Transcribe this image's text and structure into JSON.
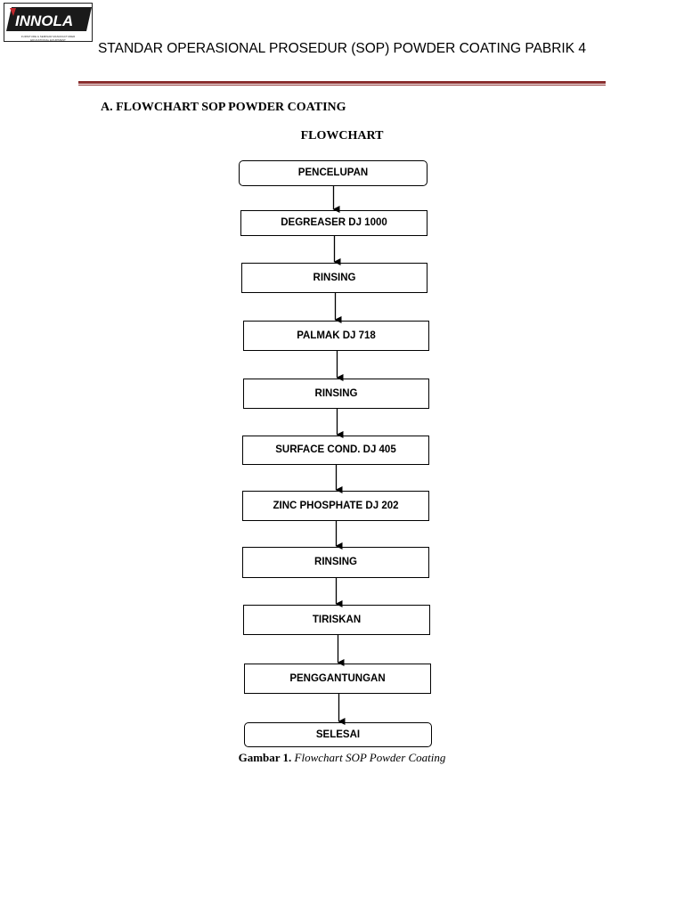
{
  "logo": {
    "brand": "INNOLA",
    "tagline_1": "FURNITURE & SEMINAR MANUFACTURER",
    "tagline_2": "EDUCATIONAL EQUIPMENT"
  },
  "document_title": "STANDAR OPERASIONAL PROSEDUR (SOP) POWDER COATING PABRIK 4",
  "section_heading": "A.   FLOWCHART SOP POWDER COATING",
  "chart_heading": "FLOWCHART",
  "flowchart": {
    "steps": [
      "PENCELUPAN",
      "DEGREASER DJ 1000",
      "RINSING",
      "PALMAK DJ 718",
      "RINSING",
      "SURFACE COND. DJ 405",
      "ZINC PHOSPHATE DJ 202",
      "RINSING",
      "TIRISKAN",
      "PENGGANTUNGAN",
      "SELESAI"
    ]
  },
  "caption": {
    "label": "Gambar 1.",
    "text": "Flowchart SOP Powder Coating"
  }
}
